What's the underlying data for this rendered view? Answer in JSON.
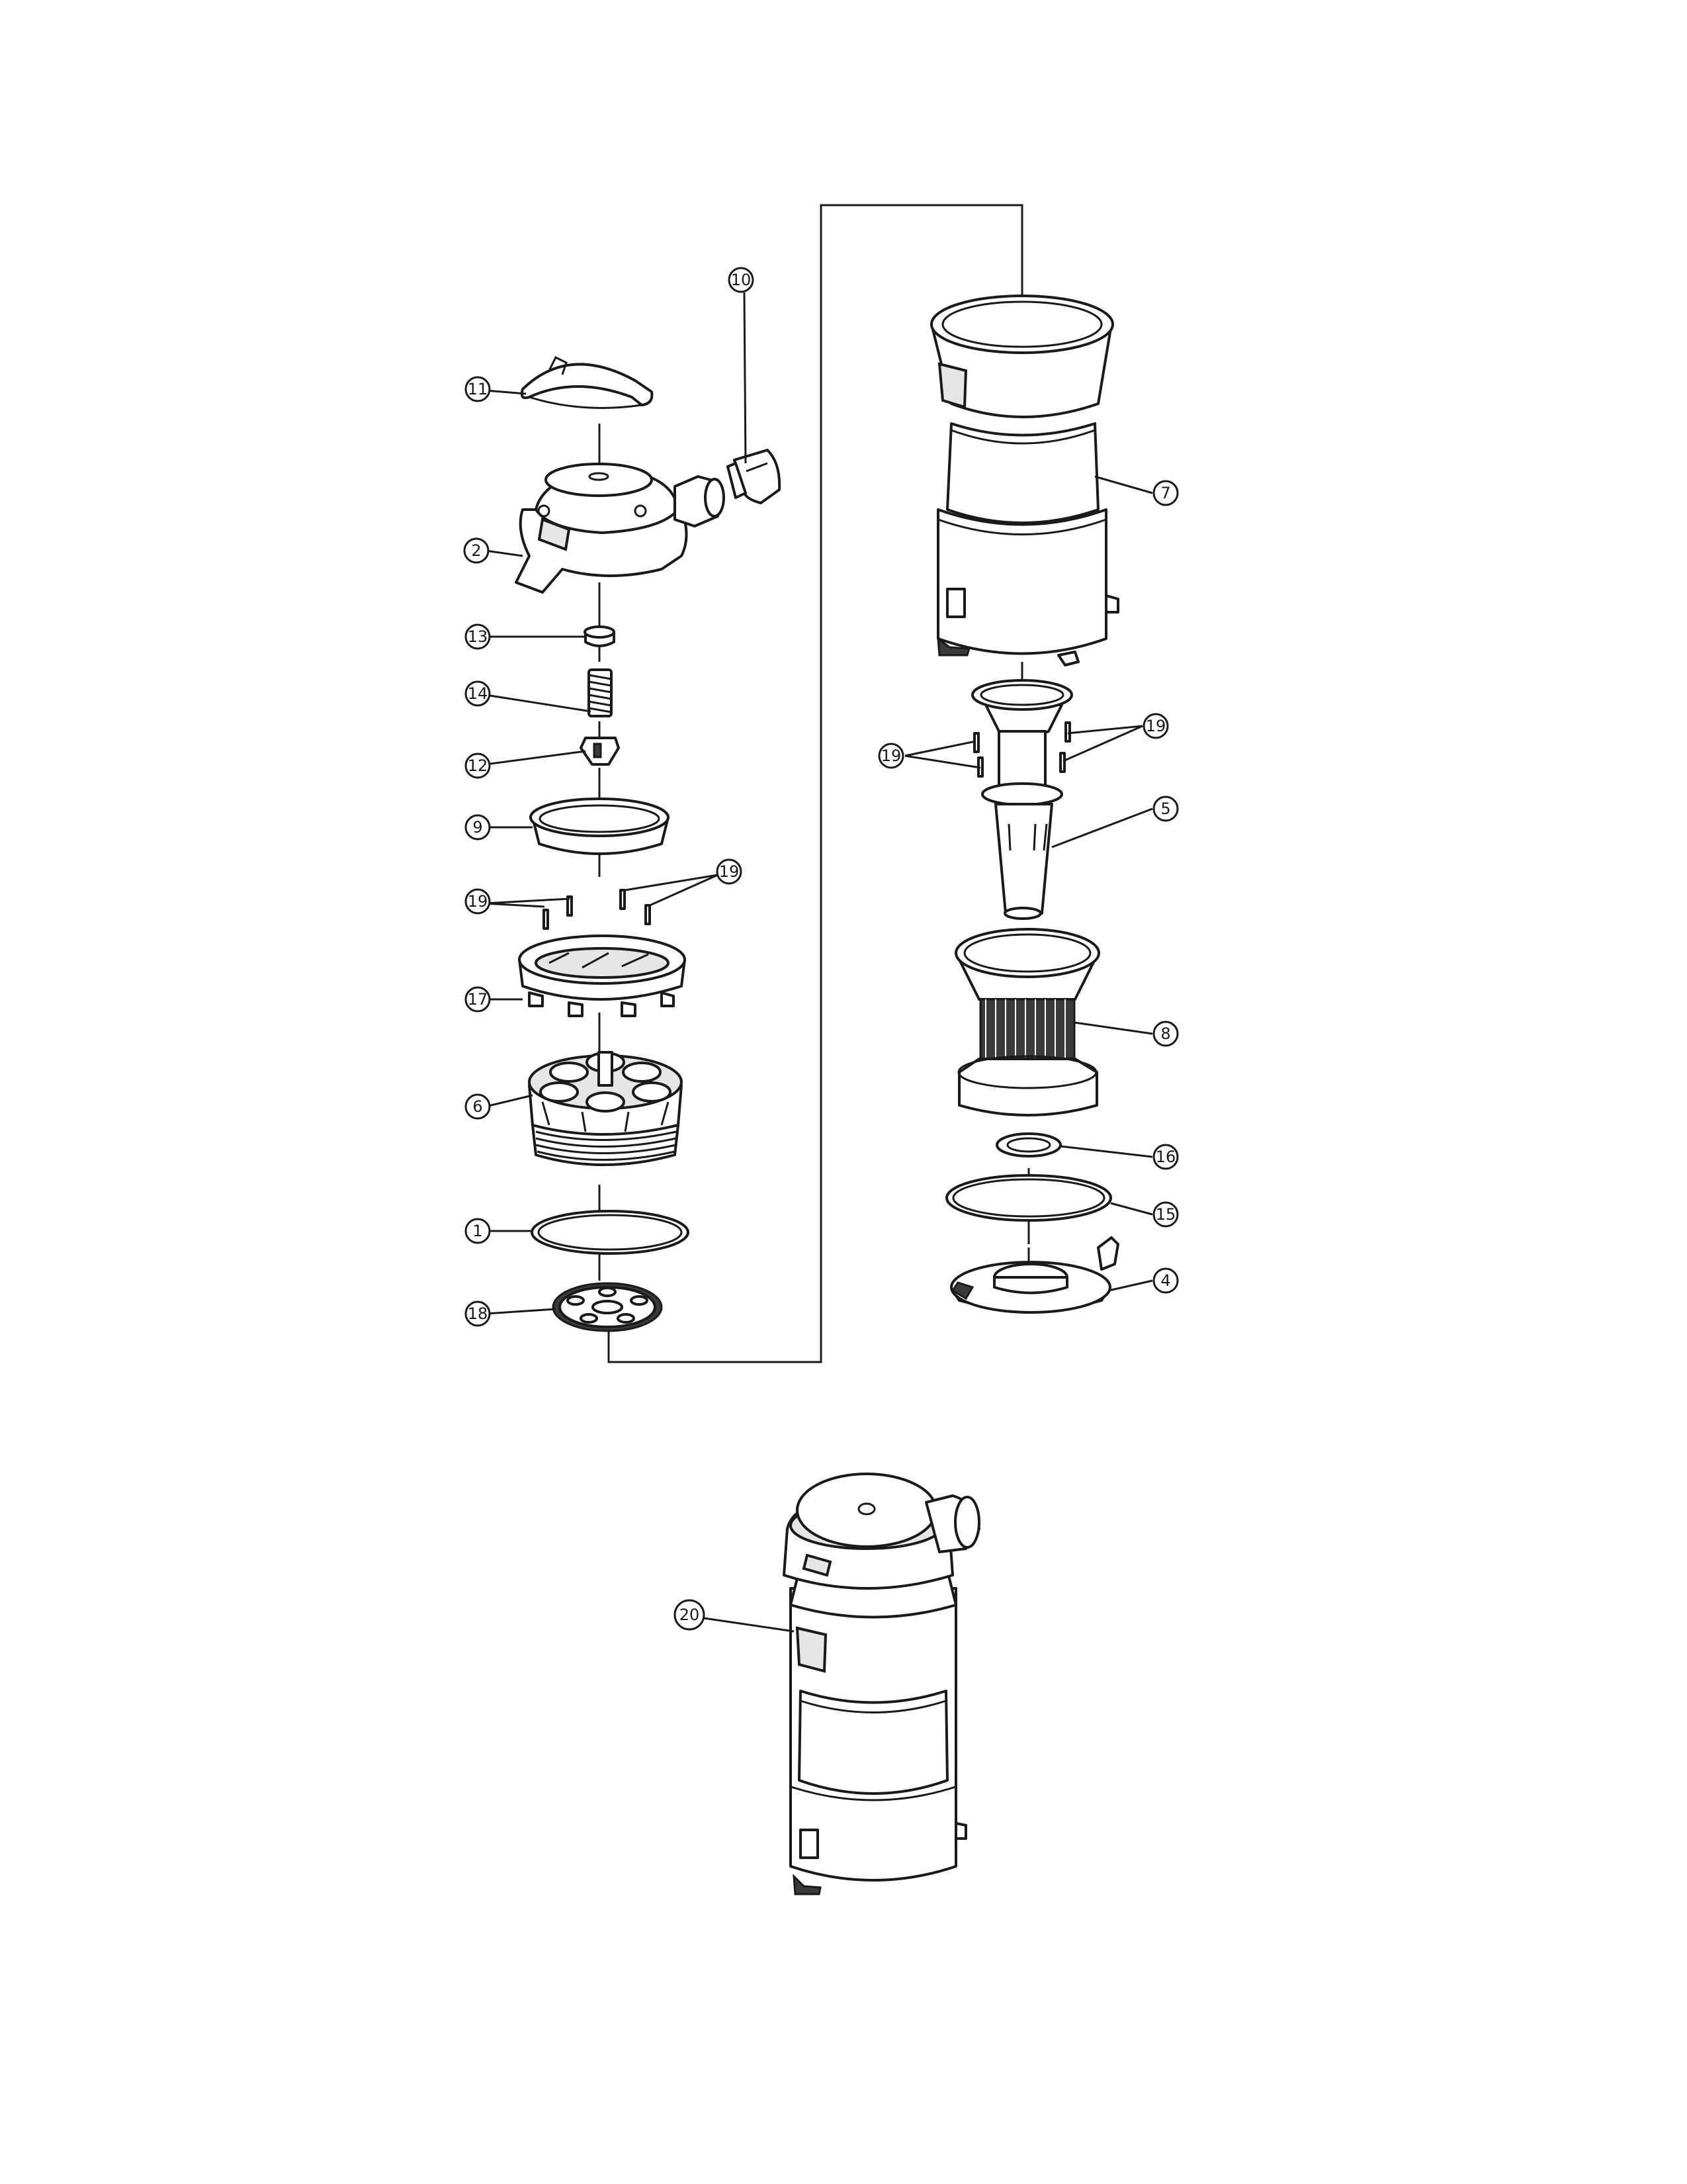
{
  "callouts": [
    {
      "id": "c1",
      "label": "1"
    },
    {
      "id": "c2",
      "label": "2"
    },
    {
      "id": "c4",
      "label": "4"
    },
    {
      "id": "c5",
      "label": "5"
    },
    {
      "id": "c6",
      "label": "6"
    },
    {
      "id": "c7",
      "label": "7"
    },
    {
      "id": "c8",
      "label": "8"
    },
    {
      "id": "c9",
      "label": "9"
    },
    {
      "id": "c10",
      "label": "10"
    },
    {
      "id": "c11",
      "label": "11"
    },
    {
      "id": "c12",
      "label": "12"
    },
    {
      "id": "c13",
      "label": "13"
    },
    {
      "id": "c14",
      "label": "14"
    },
    {
      "id": "c15",
      "label": "15"
    },
    {
      "id": "c16",
      "label": "16"
    },
    {
      "id": "c17",
      "label": "17"
    },
    {
      "id": "c18",
      "label": "18"
    },
    {
      "id": "c19a",
      "label": "19"
    },
    {
      "id": "c19b",
      "label": "19"
    },
    {
      "id": "c19c",
      "label": "19"
    },
    {
      "id": "c19d",
      "label": "19"
    },
    {
      "id": "c20",
      "label": "20"
    }
  ]
}
